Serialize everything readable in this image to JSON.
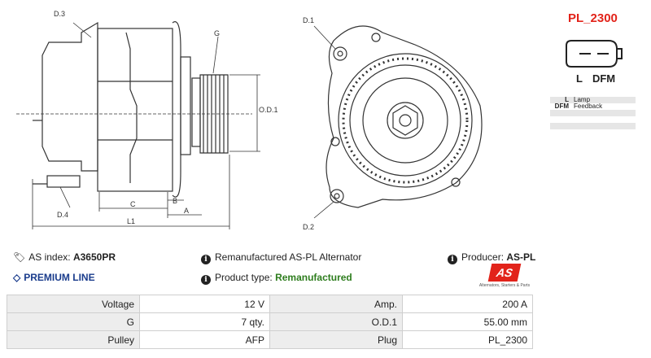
{
  "drawing_labels": {
    "d3": "D.3",
    "g": "G",
    "od1": "O.D.1",
    "d4": "D.4",
    "c": "C",
    "b": "B",
    "a": "A",
    "l1": "L1",
    "d1": "D.1",
    "d2": "D.2"
  },
  "plug": {
    "name": "PL_2300",
    "pin_l": "L",
    "pin_dfm": "DFM",
    "pins": [
      {
        "code": "L",
        "desc": "Lamp"
      },
      {
        "code": "DFM",
        "desc": "Feedback"
      },
      {
        "code": "",
        "desc": ""
      },
      {
        "code": "",
        "desc": ""
      },
      {
        "code": "",
        "desc": ""
      }
    ],
    "accent_color": "#e2231a"
  },
  "info": {
    "as_index_label": "AS index:",
    "as_index_value": "A3650PR",
    "description": "Remanufactured AS-PL Alternator",
    "producer_label": "Producer:",
    "producer_value": "AS-PL",
    "premium_line": "PREMIUM LINE",
    "product_type_label": "Product type:",
    "product_type_value": "Remanufactured"
  },
  "logo": {
    "text": "AS",
    "tagline": "Alternators, Starters & Parts"
  },
  "specs": [
    {
      "l1": "Voltage",
      "v1": "12 V",
      "l2": "Amp.",
      "v2": "200 A"
    },
    {
      "l1": "G",
      "v1": "7 qty.",
      "l2": "O.D.1",
      "v2": "55.00 mm"
    },
    {
      "l1": "Pulley",
      "v1": "AFP",
      "l2": "Plug",
      "v2": "PL_2300"
    }
  ]
}
